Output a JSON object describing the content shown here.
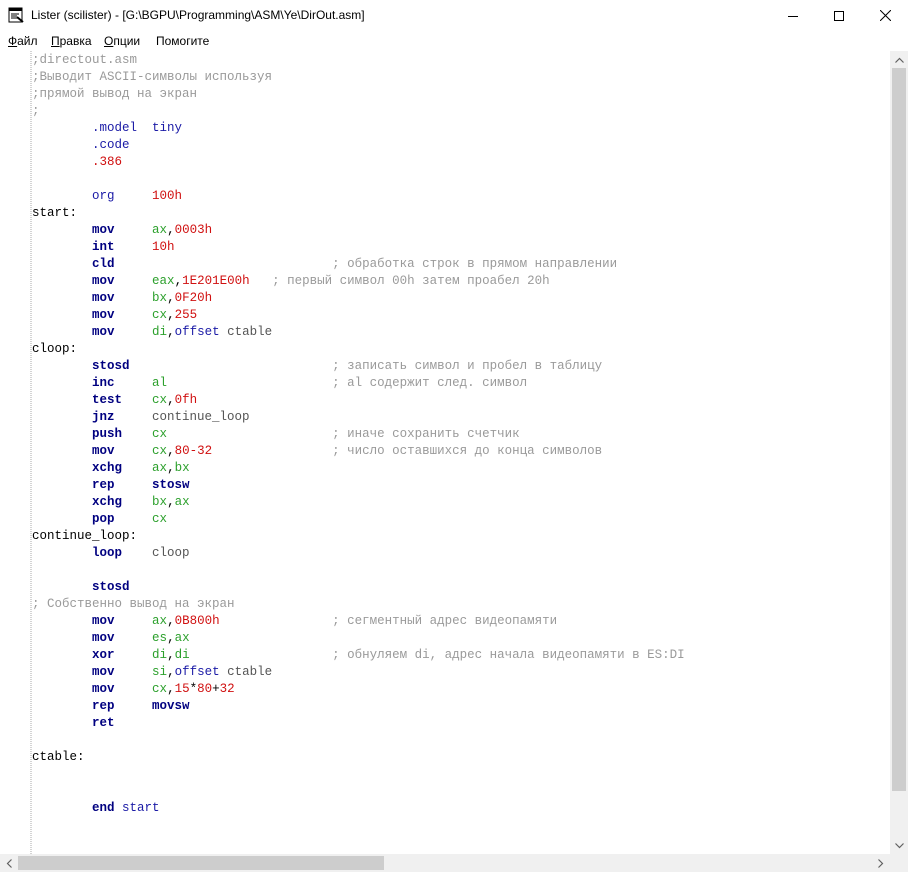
{
  "window": {
    "title": "Lister (scilister) - [G:\\BGPU\\Programming\\ASM\\Ye\\DirOut.asm]",
    "icons": {
      "app": "lister-icon",
      "minimize": "minimize-icon",
      "maximize": "maximize-icon",
      "close": "close-icon"
    }
  },
  "menu": [
    {
      "accel": "Ф",
      "rest": "айл"
    },
    {
      "accel": "П",
      "rest": "равка"
    },
    {
      "accel": "О",
      "rest": "пции"
    },
    {
      "accel": "",
      "rest": "Помогите"
    }
  ],
  "colors": {
    "comment": "#9a9a9a",
    "directive": "#1a1aa6",
    "number": "#d01010",
    "keyword": "#000080",
    "register": "#2ca02c",
    "scrollbar_track": "#f0f0f0",
    "scrollbar_thumb": "#cdcdcd"
  },
  "code": [
    [
      [
        "c",
        ";directout.asm"
      ]
    ],
    [
      [
        "c",
        ";Выводит ASCII-символы используя"
      ]
    ],
    [
      [
        "c",
        ";прямой вывод на экран"
      ]
    ],
    [
      [
        "c",
        ";"
      ]
    ],
    [
      [
        "s",
        "        "
      ],
      [
        "d",
        ".model"
      ],
      [
        "s",
        "  "
      ],
      [
        "d",
        "tiny"
      ]
    ],
    [
      [
        "s",
        "        "
      ],
      [
        "d",
        ".code"
      ]
    ],
    [
      [
        "s",
        "        "
      ],
      [
        "n",
        ".386"
      ]
    ],
    [],
    [
      [
        "s",
        "        "
      ],
      [
        "d",
        "org"
      ],
      [
        "s",
        "     "
      ],
      [
        "n",
        "100h"
      ]
    ],
    [
      [
        "l",
        "start:"
      ]
    ],
    [
      [
        "s",
        "        "
      ],
      [
        "k",
        "mov"
      ],
      [
        "s",
        "     "
      ],
      [
        "r",
        "ax"
      ],
      [
        "o",
        ","
      ],
      [
        "n",
        "0003h"
      ]
    ],
    [
      [
        "s",
        "        "
      ],
      [
        "k",
        "int"
      ],
      [
        "s",
        "     "
      ],
      [
        "n",
        "10h"
      ]
    ],
    [
      [
        "s",
        "        "
      ],
      [
        "k",
        "cld"
      ],
      [
        "s",
        "                             "
      ],
      [
        "c",
        "; обработка строк в прямом направлении"
      ]
    ],
    [
      [
        "s",
        "        "
      ],
      [
        "k",
        "mov"
      ],
      [
        "s",
        "     "
      ],
      [
        "r",
        "eax"
      ],
      [
        "o",
        ","
      ],
      [
        "n",
        "1E201E00h"
      ],
      [
        "s",
        "   "
      ],
      [
        "c",
        "; первый символ 00h затем проабел 20h"
      ]
    ],
    [
      [
        "s",
        "        "
      ],
      [
        "k",
        "mov"
      ],
      [
        "s",
        "     "
      ],
      [
        "r",
        "bx"
      ],
      [
        "o",
        ","
      ],
      [
        "n",
        "0F20h"
      ]
    ],
    [
      [
        "s",
        "        "
      ],
      [
        "k",
        "mov"
      ],
      [
        "s",
        "     "
      ],
      [
        "r",
        "cx"
      ],
      [
        "o",
        ","
      ],
      [
        "n",
        "255"
      ]
    ],
    [
      [
        "s",
        "        "
      ],
      [
        "k",
        "mov"
      ],
      [
        "s",
        "     "
      ],
      [
        "r",
        "di"
      ],
      [
        "o",
        ","
      ],
      [
        "d",
        "offset"
      ],
      [
        "s",
        " "
      ],
      [
        "t",
        "ctable"
      ]
    ],
    [
      [
        "l",
        "cloop:"
      ]
    ],
    [
      [
        "s",
        "        "
      ],
      [
        "k",
        "stosd"
      ],
      [
        "s",
        "                           "
      ],
      [
        "c",
        "; записать символ и пробел в таблицу"
      ]
    ],
    [
      [
        "s",
        "        "
      ],
      [
        "k",
        "inc"
      ],
      [
        "s",
        "     "
      ],
      [
        "r",
        "al"
      ],
      [
        "s",
        "                      "
      ],
      [
        "c",
        "; al содержит след. символ"
      ]
    ],
    [
      [
        "s",
        "        "
      ],
      [
        "k",
        "test"
      ],
      [
        "s",
        "    "
      ],
      [
        "r",
        "cx"
      ],
      [
        "o",
        ","
      ],
      [
        "n",
        "0fh"
      ]
    ],
    [
      [
        "s",
        "        "
      ],
      [
        "k",
        "jnz"
      ],
      [
        "s",
        "     "
      ],
      [
        "t",
        "continue_loop"
      ]
    ],
    [
      [
        "s",
        "        "
      ],
      [
        "k",
        "push"
      ],
      [
        "s",
        "    "
      ],
      [
        "r",
        "cx"
      ],
      [
        "s",
        "                      "
      ],
      [
        "c",
        "; иначе сохранить счетчик"
      ]
    ],
    [
      [
        "s",
        "        "
      ],
      [
        "k",
        "mov"
      ],
      [
        "s",
        "     "
      ],
      [
        "r",
        "cx"
      ],
      [
        "o",
        ","
      ],
      [
        "n",
        "80-32"
      ],
      [
        "s",
        "                "
      ],
      [
        "c",
        "; число оставшихся до конца символов"
      ]
    ],
    [
      [
        "s",
        "        "
      ],
      [
        "k",
        "xchg"
      ],
      [
        "s",
        "    "
      ],
      [
        "r",
        "ax"
      ],
      [
        "o",
        ","
      ],
      [
        "r",
        "bx"
      ]
    ],
    [
      [
        "s",
        "        "
      ],
      [
        "k",
        "rep"
      ],
      [
        "s",
        "     "
      ],
      [
        "k",
        "stosw"
      ]
    ],
    [
      [
        "s",
        "        "
      ],
      [
        "k",
        "xchg"
      ],
      [
        "s",
        "    "
      ],
      [
        "r",
        "bx"
      ],
      [
        "o",
        ","
      ],
      [
        "r",
        "ax"
      ]
    ],
    [
      [
        "s",
        "        "
      ],
      [
        "k",
        "pop"
      ],
      [
        "s",
        "     "
      ],
      [
        "r",
        "cx"
      ]
    ],
    [
      [
        "l",
        "continue_loop:"
      ]
    ],
    [
      [
        "s",
        "        "
      ],
      [
        "k",
        "loop"
      ],
      [
        "s",
        "    "
      ],
      [
        "t",
        "cloop"
      ]
    ],
    [],
    [
      [
        "s",
        "        "
      ],
      [
        "k",
        "stosd"
      ]
    ],
    [
      [
        "c",
        "; Собственно вывод на экран"
      ]
    ],
    [
      [
        "s",
        "        "
      ],
      [
        "k",
        "mov"
      ],
      [
        "s",
        "     "
      ],
      [
        "r",
        "ax"
      ],
      [
        "o",
        ","
      ],
      [
        "n",
        "0B800h"
      ],
      [
        "s",
        "               "
      ],
      [
        "c",
        "; сегментный адрес видеопамяти"
      ]
    ],
    [
      [
        "s",
        "        "
      ],
      [
        "k",
        "mov"
      ],
      [
        "s",
        "     "
      ],
      [
        "r",
        "es"
      ],
      [
        "o",
        ","
      ],
      [
        "r",
        "ax"
      ]
    ],
    [
      [
        "s",
        "        "
      ],
      [
        "k",
        "xor"
      ],
      [
        "s",
        "     "
      ],
      [
        "r",
        "di"
      ],
      [
        "o",
        ","
      ],
      [
        "r",
        "di"
      ],
      [
        "s",
        "                   "
      ],
      [
        "c",
        "; обнуляем di, адрес начала видеопамяти в ES:DI"
      ]
    ],
    [
      [
        "s",
        "        "
      ],
      [
        "k",
        "mov"
      ],
      [
        "s",
        "     "
      ],
      [
        "r",
        "si"
      ],
      [
        "o",
        ","
      ],
      [
        "d",
        "offset"
      ],
      [
        "s",
        " "
      ],
      [
        "t",
        "ctable"
      ]
    ],
    [
      [
        "s",
        "        "
      ],
      [
        "k",
        "mov"
      ],
      [
        "s",
        "     "
      ],
      [
        "r",
        "cx"
      ],
      [
        "o",
        ","
      ],
      [
        "n",
        "15"
      ],
      [
        "o",
        "*"
      ],
      [
        "n",
        "80"
      ],
      [
        "o",
        "+"
      ],
      [
        "n",
        "32"
      ]
    ],
    [
      [
        "s",
        "        "
      ],
      [
        "k",
        "rep"
      ],
      [
        "s",
        "     "
      ],
      [
        "k",
        "movsw"
      ]
    ],
    [
      [
        "s",
        "        "
      ],
      [
        "k",
        "ret"
      ]
    ],
    [],
    [
      [
        "l",
        "ctable:"
      ]
    ],
    [],
    [],
    [
      [
        "s",
        "        "
      ],
      [
        "k",
        "end"
      ],
      [
        "s",
        " "
      ],
      [
        "d",
        "start"
      ]
    ]
  ]
}
